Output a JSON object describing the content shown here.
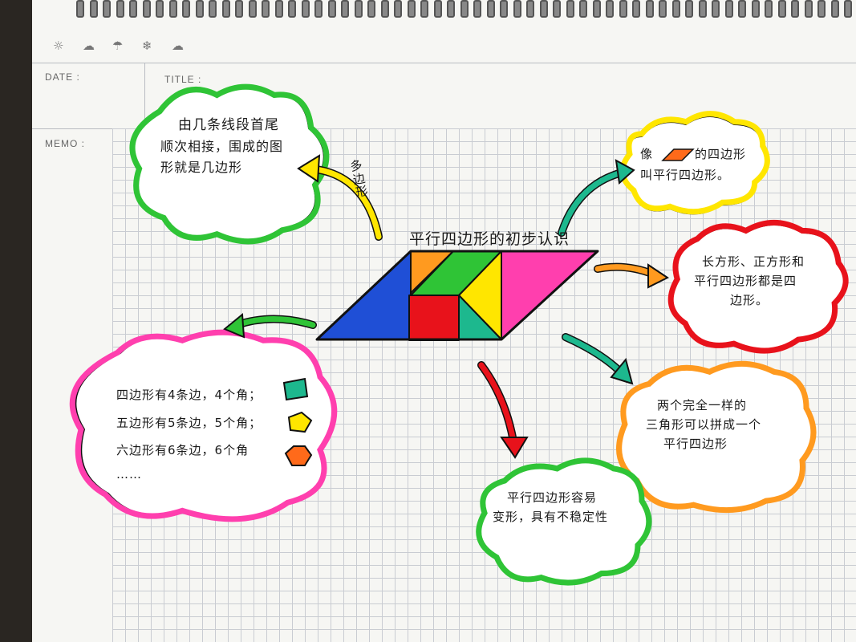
{
  "header": {
    "weather_icons": [
      "☼",
      "☁",
      "☂",
      "❄",
      "☁"
    ],
    "date_label": "DATE :",
    "title_label": "TITLE :",
    "memo_label": "MEMO :"
  },
  "center": {
    "title": "平行四边形的初步认识"
  },
  "arrow_label": "多边形",
  "bubbles": {
    "polygon_definition": [
      "由几条线段首尾",
      "顺次相接，围成的图",
      "形就是几边形"
    ],
    "parallelogram_definition": {
      "prefix": "像",
      "suffix": "的四边形",
      "line2": "叫平行四边形。"
    },
    "quadrilaterals": [
      "长方形、正方形和",
      "平行四边形都是四",
      "边形。"
    ],
    "sides_angles": [
      "四边形有4条边，4个角；",
      "五边形有5条边，5个角；",
      "六边形有6条边，6个角",
      "……"
    ],
    "triangles": [
      "两个完全一样的",
      "三角形可以拼成一个",
      "平行四边形"
    ],
    "instability": [
      "平行四边形容易",
      "变形，具有不稳定性"
    ]
  },
  "colors": {
    "green": "#2fc436",
    "yellow": "#ffe600",
    "red": "#e8121b",
    "pink": "#ff3fae",
    "orange": "#ff9a1f",
    "teal": "#1db88e",
    "blue": "#1f4fd6"
  }
}
